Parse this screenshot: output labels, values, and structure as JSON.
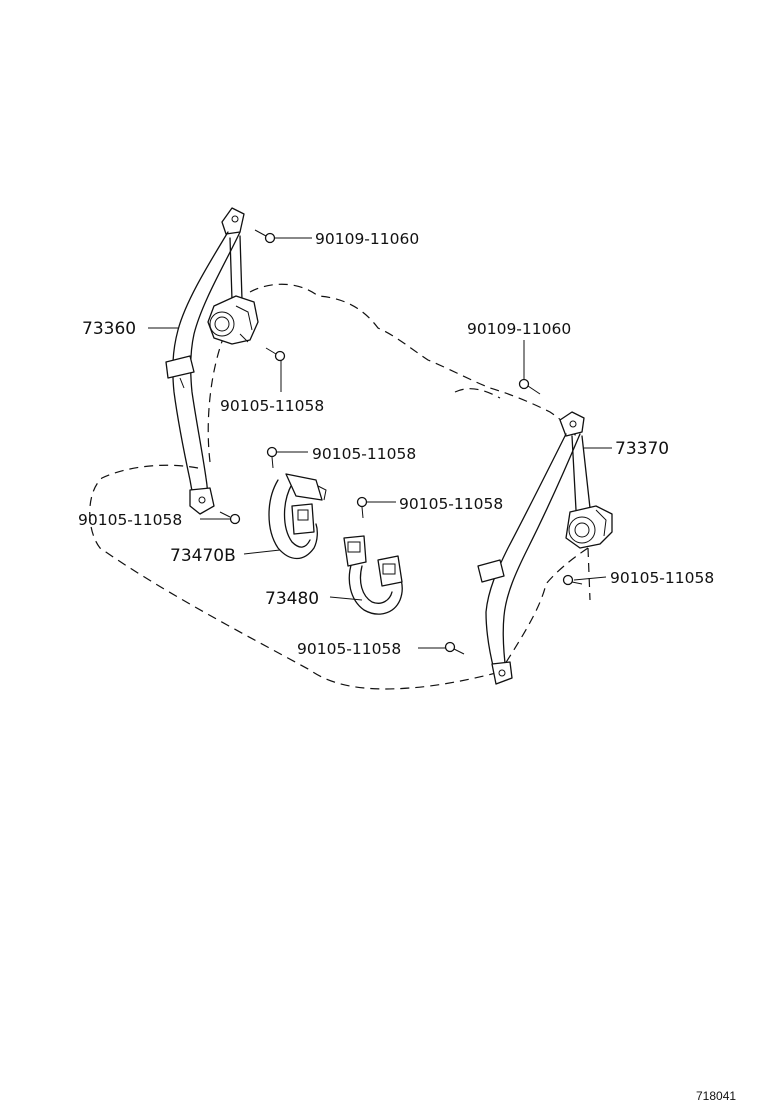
{
  "parts": {
    "belt_rear_left": "73360",
    "belt_rear_right": "73370",
    "buckle_center_left": "73470B",
    "buckle_center_right": "73480"
  },
  "bolts": {
    "upper_left": "90109-11060",
    "upper_right": "90109-11060",
    "retractor_left": "90105-11058",
    "buckle_left_top": "90105-11058",
    "buckle_right_top": "90105-11058",
    "anchor_left": "90105-11058",
    "retractor_right": "90105-11058",
    "anchor_bottom": "90105-11058"
  },
  "figure_number": "718041"
}
